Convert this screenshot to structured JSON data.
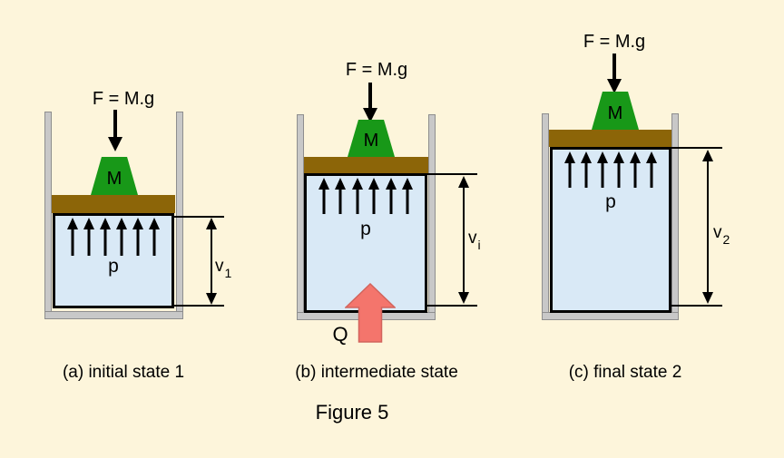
{
  "figure_title": "Figure 5",
  "colors": {
    "background": "#FDF5DB",
    "mass": "#189818",
    "piston": "#8C6508",
    "gas": "#D9E9F6",
    "wall": "#C8C8C8",
    "heat": "#F4756C"
  },
  "states": [
    {
      "force_label": "F = M.g",
      "mass_label": "M",
      "pressure_label": "p",
      "volume_base": "v",
      "volume_subscript": "1",
      "caption": "(a) initial state 1"
    },
    {
      "force_label": "F = M.g",
      "mass_label": "M",
      "pressure_label": "p",
      "volume_base": "v",
      "volume_subscript": "i",
      "heat_label": "Q",
      "caption": "(b) intermediate state"
    },
    {
      "force_label": "F = M.g",
      "mass_label": "M",
      "pressure_label": "p",
      "volume_base": "v",
      "volume_subscript": "2",
      "caption": "(c) final state 2"
    }
  ]
}
